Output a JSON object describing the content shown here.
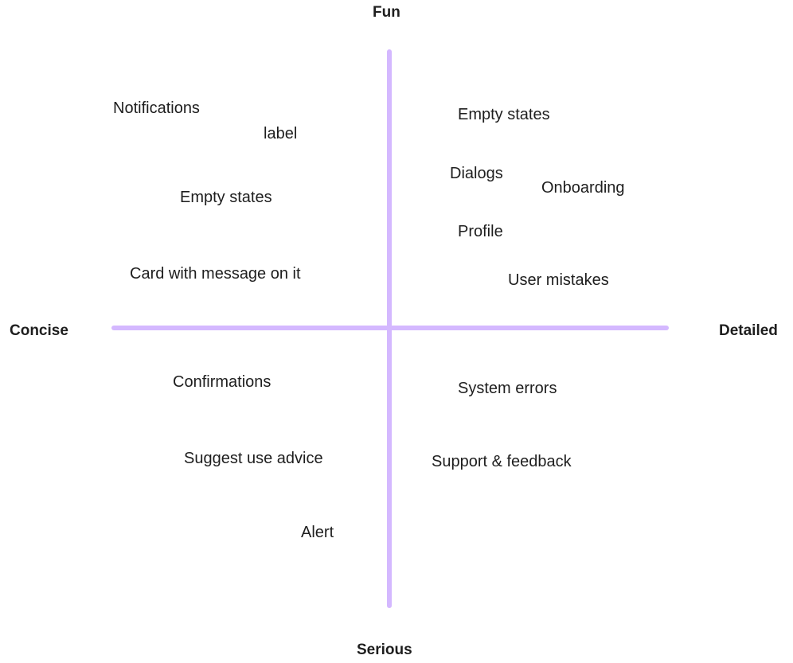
{
  "axes": {
    "top": "Fun",
    "bottom": "Serious",
    "left": "Concise",
    "right": "Detailed"
  },
  "colors": {
    "axis": "#d4b8ff",
    "text": "#1e1e1e",
    "background": "#ffffff"
  },
  "items": [
    "Notifications",
    "label",
    "Empty states",
    "Card with message on it",
    "Empty states",
    "Dialogs",
    "Onboarding",
    "Profile",
    "User mistakes",
    "Confirmations",
    "Suggest use advice",
    "Alert",
    "System errors",
    "Support & feedback"
  ]
}
